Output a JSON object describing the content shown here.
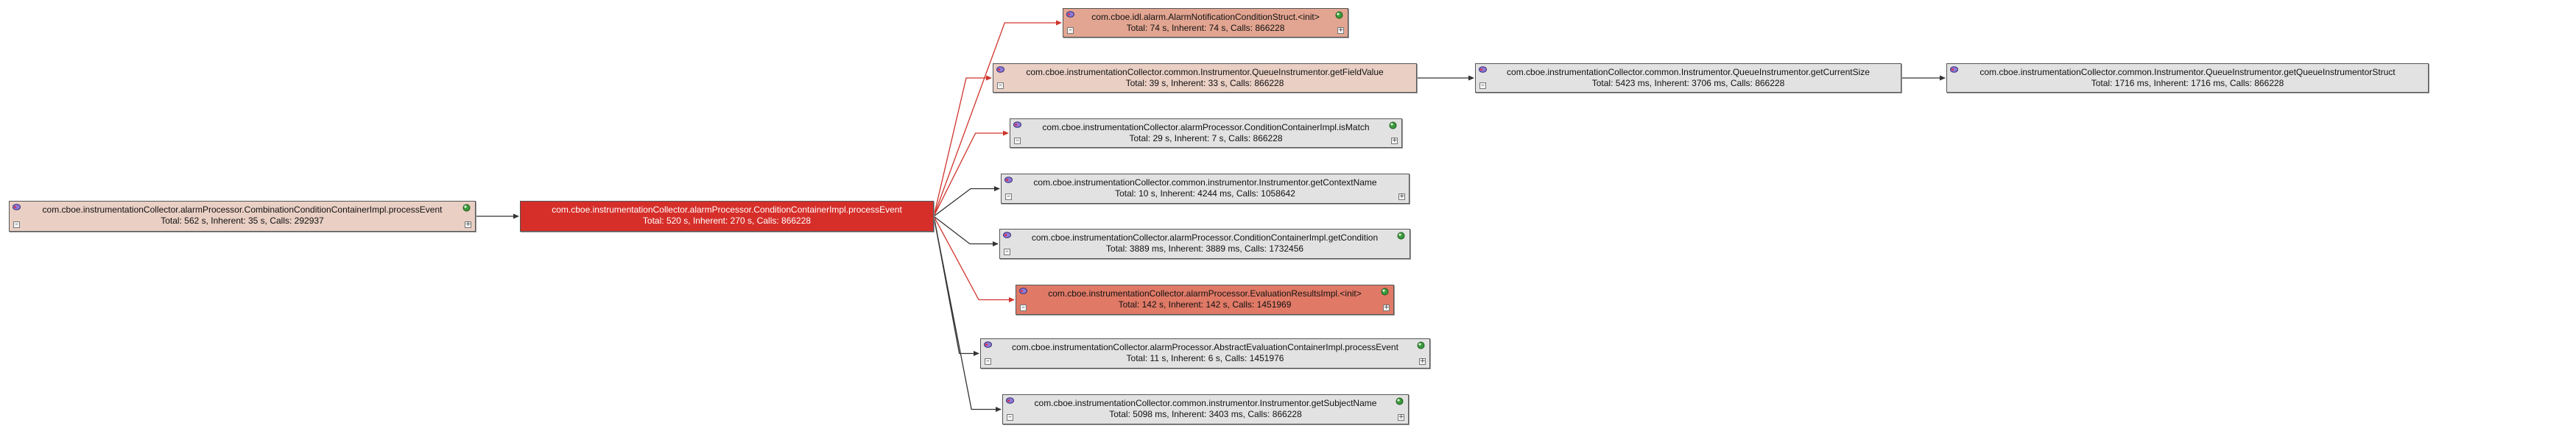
{
  "colors": {
    "hot": "#d62f2a",
    "warm": "#e07a67",
    "mild": "#e2a591",
    "light": "#e9cfc4",
    "neutral": "#e2e2e2",
    "edge_hot": "#d0342c",
    "edge_normal": "#333333"
  },
  "nodes": [
    {
      "id": "n0",
      "heat": "light",
      "name": "com.cboe.instrumentationCollector.alarmProcessor.CombinationConditionContainerImpl.processEvent",
      "stats": "Total: 562 s, Inherent: 35 s, Calls: 292937"
    },
    {
      "id": "n1",
      "heat": "hot",
      "name": "com.cboe.instrumentationCollector.alarmProcessor.ConditionContainerImpl.processEvent",
      "stats": "Total: 520 s, Inherent: 270 s, Calls: 866228"
    },
    {
      "id": "n2",
      "heat": "mild",
      "name": "com.cboe.idl.alarm.AlarmNotificationConditionStruct.<init>",
      "stats": "Total: 74 s, Inherent: 74 s, Calls: 866228"
    },
    {
      "id": "n3",
      "heat": "light",
      "name": "com.cboe.instrumentationCollector.common.Instrumentor.QueueInstrumentor.getFieldValue",
      "stats": "Total: 39 s, Inherent: 33 s, Calls: 866228"
    },
    {
      "id": "n4",
      "heat": "neutral",
      "name": "com.cboe.instrumentationCollector.common.Instrumentor.QueueInstrumentor.getCurrentSize",
      "stats": "Total: 5423 ms, Inherent: 3706 ms, Calls: 866228"
    },
    {
      "id": "n5",
      "heat": "neutral",
      "name": "com.cboe.instrumentationCollector.common.Instrumentor.QueueInstrumentor.getQueueInstrumentorStruct",
      "stats": "Total: 1716 ms, Inherent: 1716 ms, Calls: 866228"
    },
    {
      "id": "n6",
      "heat": "neutral",
      "name": "com.cboe.instrumentationCollector.alarmProcessor.ConditionContainerImpl.isMatch",
      "stats": "Total: 29 s, Inherent: 7 s, Calls: 866228"
    },
    {
      "id": "n7",
      "heat": "neutral",
      "name": "com.cboe.instrumentationCollector.common.instrumentor.Instrumentor.getContextName",
      "stats": "Total: 10 s, Inherent: 4244 ms, Calls: 1058642"
    },
    {
      "id": "n8",
      "heat": "neutral",
      "name": "com.cboe.instrumentationCollector.alarmProcessor.ConditionContainerImpl.getCondition",
      "stats": "Total: 3889 ms, Inherent: 3889 ms, Calls: 1732456"
    },
    {
      "id": "n9",
      "heat": "warm",
      "name": "com.cboe.instrumentationCollector.alarmProcessor.EvaluationResultsImpl.<init>",
      "stats": "Total: 142 s, Inherent: 142 s, Calls: 1451969"
    },
    {
      "id": "n10",
      "heat": "neutral",
      "name": "com.cboe.instrumentationCollector.alarmProcessor.AbstractEvaluationContainerImpl.processEvent",
      "stats": "Total: 11 s, Inherent: 6 s, Calls: 1451976"
    },
    {
      "id": "n11",
      "heat": "neutral",
      "name": "com.cboe.instrumentationCollector.common.instrumentor.Instrumentor.getSubjectName",
      "stats": "Total: 5098 ms, Inherent: 3403 ms, Calls: 866228"
    }
  ],
  "edges": [
    {
      "from": "n0",
      "to": "n1",
      "hot": false
    },
    {
      "from": "n1",
      "to": "n2",
      "hot": true
    },
    {
      "from": "n1",
      "to": "n3",
      "hot": true
    },
    {
      "from": "n1",
      "to": "n6",
      "hot": true
    },
    {
      "from": "n1",
      "to": "n7",
      "hot": false
    },
    {
      "from": "n1",
      "to": "n8",
      "hot": false
    },
    {
      "from": "n1",
      "to": "n9",
      "hot": true
    },
    {
      "from": "n1",
      "to": "n10",
      "hot": false
    },
    {
      "from": "n1",
      "to": "n11",
      "hot": false
    },
    {
      "from": "n3",
      "to": "n4",
      "hot": false
    },
    {
      "from": "n4",
      "to": "n5",
      "hot": false
    }
  ],
  "icons": {
    "method": "method-icon",
    "expand": "expand-icon",
    "collapse": "collapse-icon"
  }
}
